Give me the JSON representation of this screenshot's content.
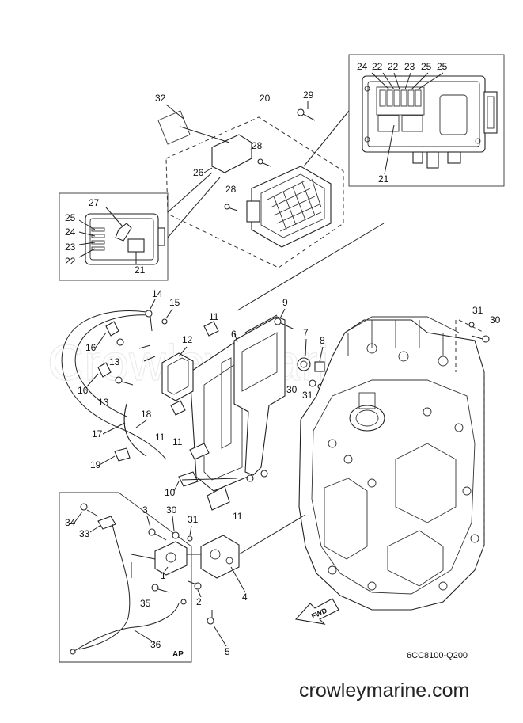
{
  "watermark": "CrowleyMarine",
  "diagram_code": "6CC8100-Q200",
  "site_label": "crowleymarine.com",
  "fwd_label": "FWD",
  "ap_label": "AP",
  "callouts": {
    "c32": "32",
    "c20": "20",
    "c29": "29",
    "c28a": "28",
    "c28b": "28",
    "c26": "26",
    "d24": "24",
    "d22a": "22",
    "d22b": "22",
    "d23": "23",
    "d25a": "25",
    "d25b": "25",
    "d21": "21",
    "e27": "27",
    "e25": "25",
    "e24": "24",
    "e23": "23",
    "e22": "22",
    "e21": "21",
    "c14": "14",
    "c15": "15",
    "c9": "9",
    "c31a": "31",
    "c30a": "30",
    "c11a": "11",
    "c12": "12",
    "c6": "6",
    "c7": "7",
    "c8": "8",
    "c16a": "16",
    "c13a": "13",
    "c16b": "16",
    "c13b": "13",
    "c30b": "30",
    "c31b": "31",
    "c18": "18",
    "c17": "17",
    "c11b": "11",
    "c19": "19",
    "c11c": "11",
    "c10": "10",
    "c11d": "11",
    "c34": "34",
    "c33": "33",
    "c3": "3",
    "c30c": "30",
    "c31c": "31",
    "c1": "1",
    "c4": "4",
    "c2": "2",
    "c35": "35",
    "c5": "5",
    "c36": "36"
  }
}
